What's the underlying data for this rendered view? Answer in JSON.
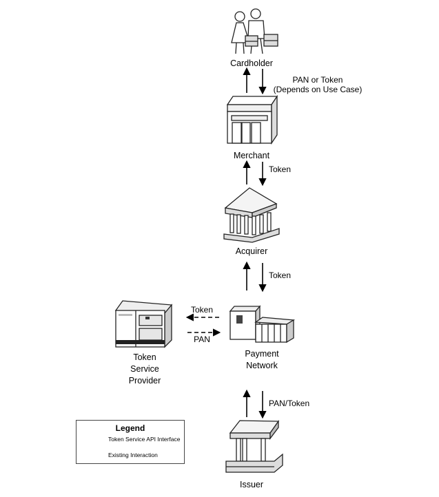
{
  "nodes": {
    "cardholder": {
      "label": "Cardholder",
      "icon": "people-with-shopping-bags-icon"
    },
    "merchant": {
      "label": "Merchant",
      "icon": "storefront-icon"
    },
    "acquirer": {
      "label": "Acquirer",
      "icon": "bank-building-icon"
    },
    "payment_network": {
      "label_line1": "Payment",
      "label_line2": "Network",
      "icon": "mainframe-servers-icon"
    },
    "token_service_provider": {
      "label_line1": "Token",
      "label_line2": "Service",
      "label_line3": "Provider",
      "icon": "server-cabinet-icon"
    },
    "issuer": {
      "label": "Issuer",
      "icon": "pavilion-building-icon"
    }
  },
  "edges": {
    "cardholder_merchant": {
      "line1": "PAN or Token",
      "line2": "(Depends on Use Case)"
    },
    "merchant_acquirer": {
      "label": "Token"
    },
    "acquirer_network": {
      "label": "Token"
    },
    "network_tsp_token": {
      "label": "Token"
    },
    "tsp_network_pan": {
      "label": "PAN"
    },
    "network_issuer": {
      "label": "PAN/Token"
    }
  },
  "legend": {
    "title": "Legend",
    "api_interface": "Token Service API Interface",
    "existing_interaction": "Existing Interaction"
  }
}
